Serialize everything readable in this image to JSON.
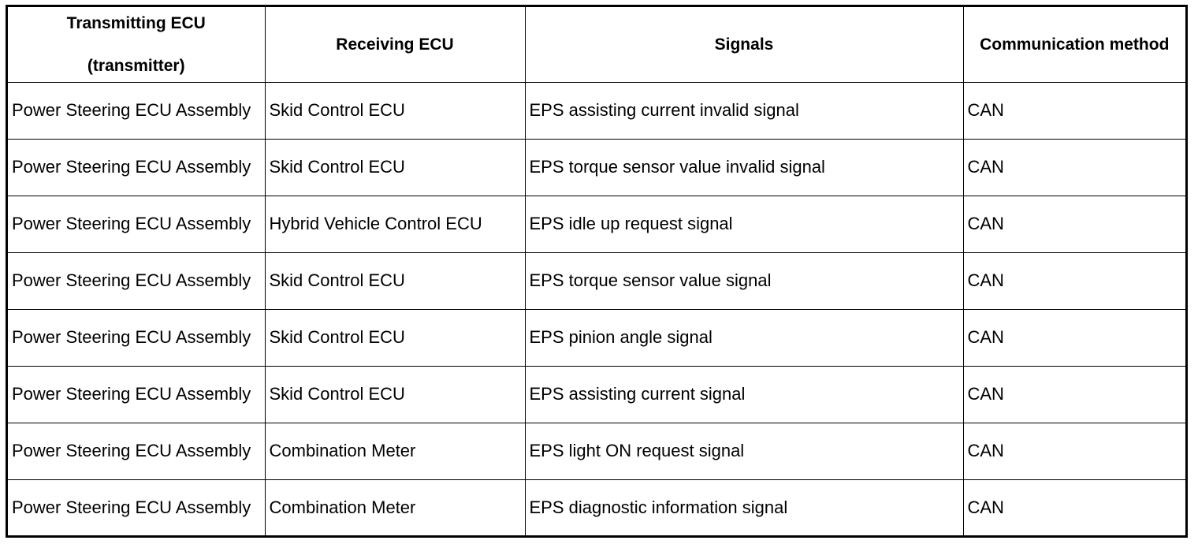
{
  "table": {
    "headers": {
      "transmitting_line1": "Transmitting ECU",
      "transmitting_line2": "(transmitter)",
      "receiving": "Receiving ECU",
      "signals": "Signals",
      "method": "Communication method"
    },
    "rows": [
      {
        "transmitting": "Power Steering ECU Assembly",
        "receiving": "Skid Control ECU",
        "signal": "EPS assisting current invalid signal",
        "method": "CAN"
      },
      {
        "transmitting": "Power Steering ECU Assembly",
        "receiving": "Skid Control ECU",
        "signal": "EPS torque sensor value invalid signal",
        "method": "CAN"
      },
      {
        "transmitting": "Power Steering ECU Assembly",
        "receiving": "Hybrid Vehicle Control ECU",
        "signal": "EPS idle up request signal",
        "method": "CAN"
      },
      {
        "transmitting": "Power Steering ECU Assembly",
        "receiving": "Skid Control ECU",
        "signal": "EPS torque sensor value signal",
        "method": "CAN"
      },
      {
        "transmitting": "Power Steering ECU Assembly",
        "receiving": "Skid Control ECU",
        "signal": "EPS pinion angle signal",
        "method": "CAN"
      },
      {
        "transmitting": "Power Steering ECU Assembly",
        "receiving": "Skid Control ECU",
        "signal": "EPS assisting current signal",
        "method": "CAN"
      },
      {
        "transmitting": "Power Steering ECU Assembly",
        "receiving": "Combination Meter",
        "signal": "EPS light ON request signal",
        "method": "CAN"
      },
      {
        "transmitting": "Power Steering ECU Assembly",
        "receiving": "Combination Meter",
        "signal": "EPS diagnostic information signal",
        "method": "CAN"
      }
    ]
  }
}
